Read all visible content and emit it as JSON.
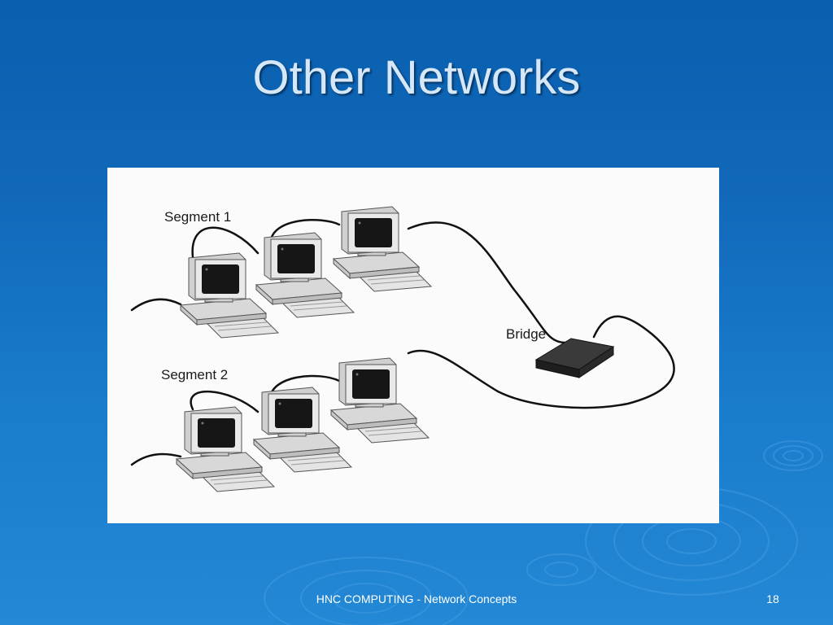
{
  "slide": {
    "title": "Other Networks",
    "footer": "HNC COMPUTING - Network Concepts",
    "page_number": "18"
  },
  "diagram": {
    "segment1_label": "Segment 1",
    "segment2_label": "Segment 2",
    "bridge_label": "Bridge",
    "nodes": [
      "computer",
      "computer",
      "computer",
      "computer",
      "computer",
      "computer",
      "bridge"
    ]
  },
  "colors": {
    "background": "#1168b9",
    "title": "#d6e8f8",
    "diagram_background": "#fbfbfb"
  }
}
